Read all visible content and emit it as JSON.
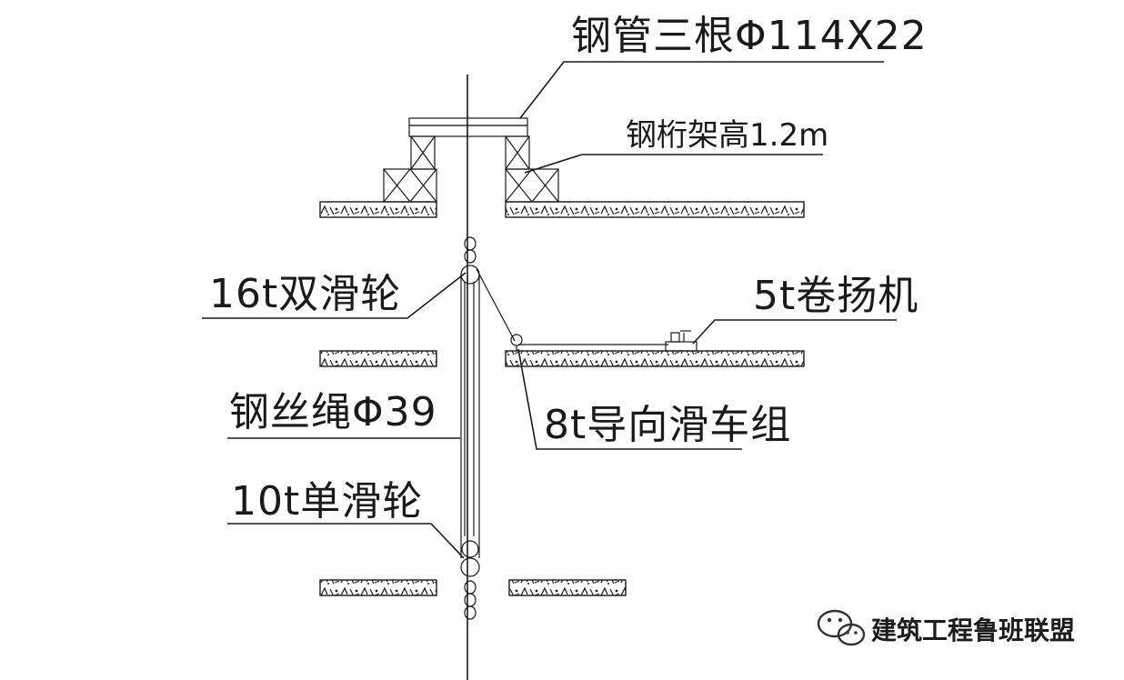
{
  "labels": {
    "steel_pipes": "钢管三根Φ114X22",
    "truss_height": "钢桁架高1.2m",
    "double_pulley": "16t双滑轮",
    "winch": "5t卷扬机",
    "wire_rope": "钢丝绳Φ39",
    "guide_pulley": "8t导向滑车组",
    "single_pulley": "10t单滑轮"
  },
  "watermark": {
    "text": "建筑工程鲁班联盟",
    "icon": "wechat-icon"
  }
}
